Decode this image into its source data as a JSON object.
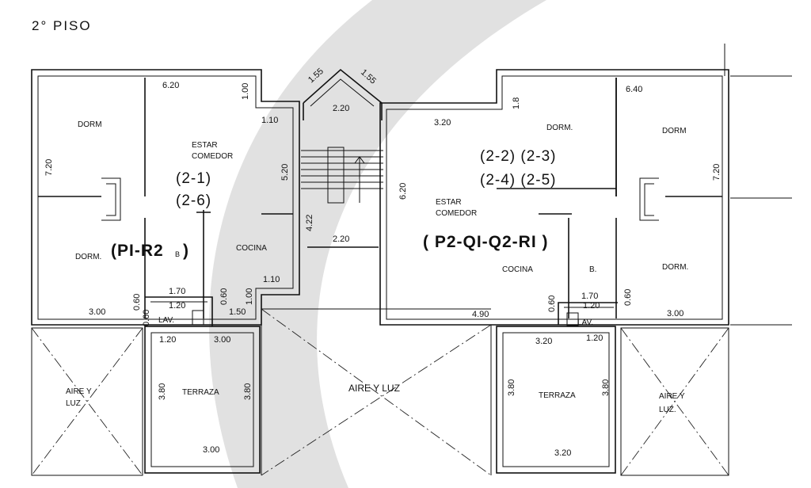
{
  "title": "2° PISO",
  "colors": {
    "line": "#111111",
    "watermark": "#d9d9d9",
    "background": "#ffffff"
  },
  "left_unit": {
    "code": "(PI-R2",
    "code_sub": "B",
    "code_close": ")",
    "units_a": "(2-1)",
    "units_b": "(2-6)",
    "rooms": {
      "dorm_top": "DORM",
      "dorm_bottom": "DORM.",
      "estar": "ESTAR",
      "comedor": "COMEDOR",
      "cocina": "COCINA",
      "lav": "LAV.",
      "terraza": "TERRAZA",
      "aire": "AIRE Y",
      "luz": "LUZ"
    },
    "dims": {
      "d620": "6.20",
      "d100": "1.00",
      "d110a": "1.10",
      "d720": "7.20",
      "d520": "5.20",
      "d110b": "1.10",
      "d170": "1.70",
      "d120a": "1.20",
      "d060a": "0.60",
      "d060b": "0.60",
      "d060c": "0.60",
      "d100b": "1.00",
      "d150": "1.50",
      "d300a": "3.00",
      "d120b": "1.20",
      "d300b": "3.00",
      "d380a": "3.80",
      "d380b": "3.80",
      "d300c": "3.00"
    }
  },
  "center": {
    "d155a": "1.55",
    "d155b": "1.55",
    "d220a": "2.20",
    "d422": "4.22",
    "d220b": "2.20",
    "aire_luz": "AIRE Y LUZ"
  },
  "right_unit": {
    "code": "( P2-QI-Q2-RI )",
    "units_a": "(2-2) (2-3)",
    "units_b": "(2-4) (2-5)",
    "rooms": {
      "dorm_center": "DORM.",
      "dorm_top": "DORM",
      "dorm_bottom": "DORM.",
      "estar": "ESTAR",
      "comedor": "COMEDOR",
      "cocina": "COCINA",
      "bano": "B.",
      "lav": "LAV.",
      "terraza": "TERRAZA",
      "aire": "AIRE Y",
      "luz": "LUZ."
    },
    "dims": {
      "d18": "1.8",
      "d320a": "3.20",
      "d640": "6.40",
      "d620": "6.20",
      "d720": "7.20",
      "d490": "4.90",
      "d060a": "0.60",
      "d170": "1.70",
      "d120a": "1.20",
      "d060b": "0.60",
      "d300": "3.00",
      "d320b": "3.20",
      "d120b": "1.20",
      "d380a": "3.80",
      "d380b": "3.80",
      "d320c": "3.20"
    }
  }
}
